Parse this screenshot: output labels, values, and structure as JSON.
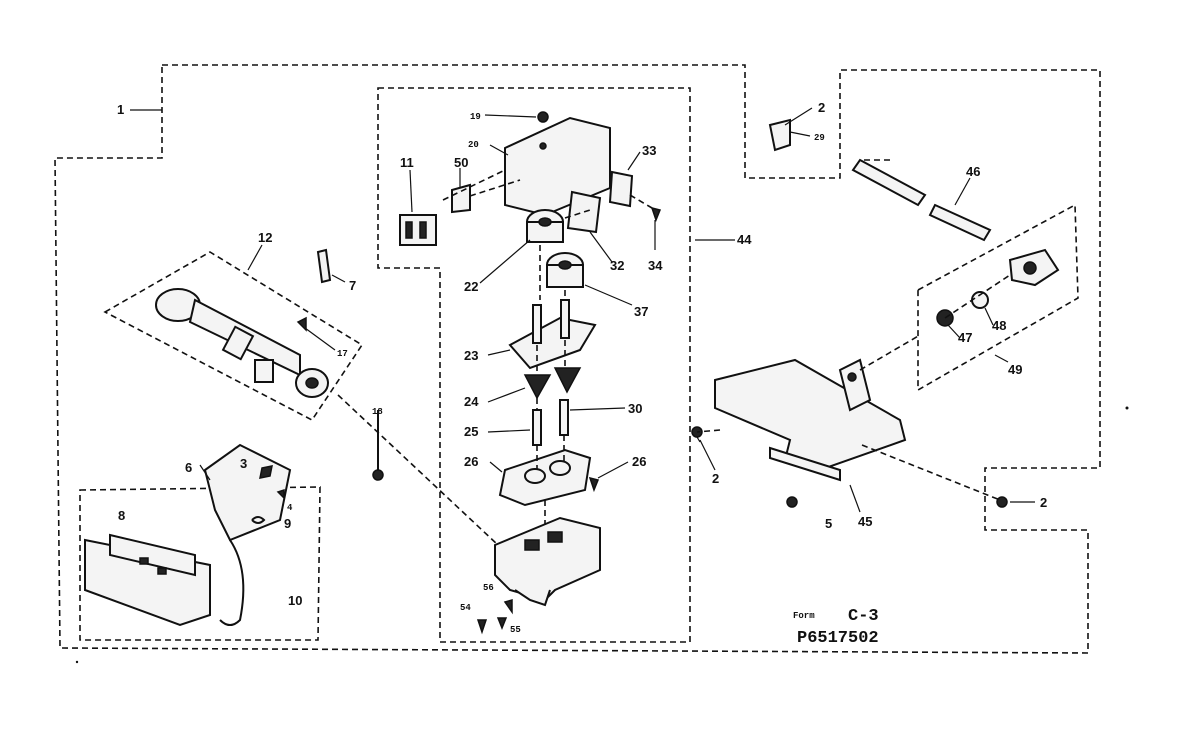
{
  "diagram": {
    "labels": [
      {
        "id": "1",
        "text": "1"
      },
      {
        "id": "12",
        "text": "12"
      },
      {
        "id": "7",
        "text": "7"
      },
      {
        "id": "17",
        "text": "17"
      },
      {
        "id": "18",
        "text": "18"
      },
      {
        "id": "6",
        "text": "6"
      },
      {
        "id": "3",
        "text": "3"
      },
      {
        "id": "4",
        "text": "4"
      },
      {
        "id": "9",
        "text": "9"
      },
      {
        "id": "8",
        "text": "8"
      },
      {
        "id": "10",
        "text": "10"
      },
      {
        "id": "19",
        "text": "19"
      },
      {
        "id": "20",
        "text": "20"
      },
      {
        "id": "11",
        "text": "11"
      },
      {
        "id": "50",
        "text": "50"
      },
      {
        "id": "33",
        "text": "33"
      },
      {
        "id": "22",
        "text": "22"
      },
      {
        "id": "32",
        "text": "32"
      },
      {
        "id": "34",
        "text": "34"
      },
      {
        "id": "44",
        "text": "44"
      },
      {
        "id": "37",
        "text": "37"
      },
      {
        "id": "23",
        "text": "23"
      },
      {
        "id": "24",
        "text": "24"
      },
      {
        "id": "30",
        "text": "30"
      },
      {
        "id": "25",
        "text": "25"
      },
      {
        "id": "26a",
        "text": "26"
      },
      {
        "id": "26b",
        "text": "26"
      },
      {
        "id": "56",
        "text": "56"
      },
      {
        "id": "54",
        "text": "54"
      },
      {
        "id": "55",
        "text": "55"
      },
      {
        "id": "2a",
        "text": "2"
      },
      {
        "id": "29",
        "text": "29"
      },
      {
        "id": "46",
        "text": "46"
      },
      {
        "id": "48",
        "text": "48"
      },
      {
        "id": "47",
        "text": "47"
      },
      {
        "id": "49",
        "text": "49"
      },
      {
        "id": "2b",
        "text": "2"
      },
      {
        "id": "5",
        "text": "5"
      },
      {
        "id": "45",
        "text": "45"
      },
      {
        "id": "2c",
        "text": "2"
      },
      {
        "id": "2d",
        "text": "2"
      }
    ],
    "form_label": "Form",
    "figure_code": "C-3",
    "part_number": "P6517502"
  }
}
